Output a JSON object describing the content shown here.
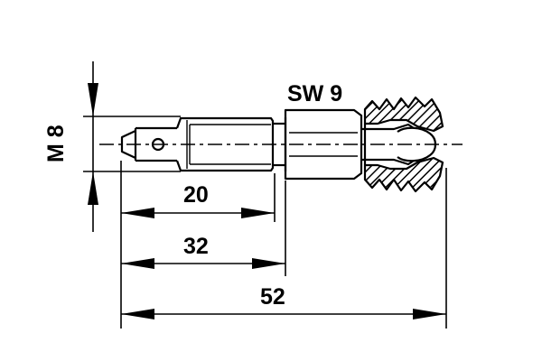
{
  "labels": {
    "thread": "M 8",
    "wrench_size": "SW 9",
    "dim_thread_length": "20",
    "dim_to_hex": "32",
    "dim_overall": "52"
  },
  "colors": {
    "line": "#000000",
    "background": "#ffffff"
  }
}
